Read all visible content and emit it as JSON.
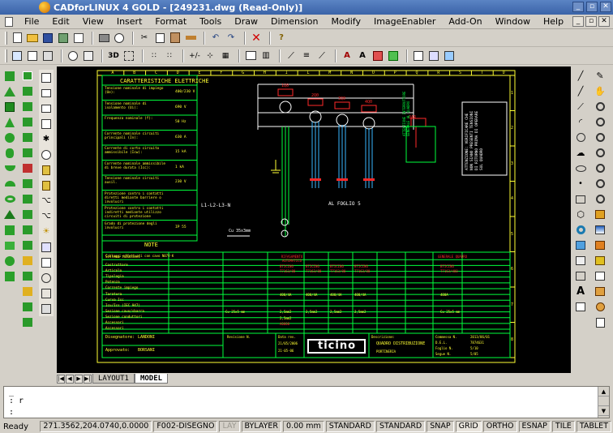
{
  "window": {
    "title": "CADforLINUX 4 GOLD - [249231.dwg (Read-Only)]"
  },
  "menu": [
    "File",
    "Edit",
    "View",
    "Insert",
    "Format",
    "Tools",
    "Draw",
    "Dimension",
    "Modify",
    "ImageEnabler",
    "Add-On",
    "Window",
    "Help"
  ],
  "drawing": {
    "panel_title": "CARATTERISTICHE ELETTRICHE",
    "spec_rows": [
      {
        "label": "Tensione nominale di impiego (Ue):",
        "value": "400/230 V"
      },
      {
        "label": "Tensione nominale di isolamento (Ui):",
        "value": "690 V"
      },
      {
        "label": "Frequenza nominale (f):",
        "value": "50 Hz"
      },
      {
        "label": "Corrente nominale circuiti principali (In):",
        "value": "630 A"
      },
      {
        "label": "Corrente di corto circuito ammissibile (Icw):",
        "value": "15 kA"
      },
      {
        "label": "Corrente nominale ammissibile di breve durata (Icc):",
        "value": "1 kA"
      },
      {
        "label": "Tensione nominale circuiti ausil.",
        "value": "230 V"
      },
      {
        "label": "Protezione contro i contatti diretti mediante barriere o involucri",
        "value": ""
      },
      {
        "label": "Protezione contro i contatti indiretti mediante utilizzo circuiti di protezione",
        "value": ""
      },
      {
        "label": "Grado di protezione degli involucri",
        "value": "IP 55"
      }
    ],
    "note_heading": "NOTE",
    "note_text": "Cablaggi effettuati con cavo N07V-K",
    "breakers": [
      "1Q0",
      "2Q0",
      "3Q0",
      "4Q0"
    ],
    "aux_breaker": "QAR",
    "bus_label": "L1-L2-L3-N",
    "foglio_label": "AL FOGLIO 5",
    "cable_label": "Cu 35x3mm",
    "warning_text": "ATTENZIONE: VERIFICARE CHE NON SIANO PRESENTI TENSIONI DI RITORNO PRIMA DI OPERARE SUL QUADRO",
    "attention_box": "ATTENZIONE INTERRUTTORE GENERALE AL QUADRO",
    "column_letters": [
      "A",
      "B",
      "C",
      "D",
      "E",
      "F",
      "G",
      "H",
      "I",
      "L",
      "M",
      "N",
      "O",
      "P",
      "Q",
      "R",
      "S",
      "T",
      "U"
    ],
    "row_numbers": [
      "1",
      "2",
      "3",
      "4",
      "5",
      "6",
      "7",
      "8"
    ],
    "table_rows": [
      "Sistema tubazioni",
      "Costruttore",
      "Articolo",
      "Tipologia",
      "Potenza",
      "Corrente impiego",
      "Taratura",
      "Curva Icc",
      "Icu/Ics (IEC 947)",
      "Sezione cavo/sbarra",
      "Sezione conduttori",
      "Accessori",
      "Accessori"
    ],
    "table_values": {
      "group1": "RIFASAMENTO AUTOMATICO",
      "group2": "GENERALE QUADRO",
      "costruttore": [
        "BTICINO",
        "BTICINO",
        "BTICINO",
        "BTICINO",
        "BTICINO"
      ],
      "articolo": [
        "T7163/80",
        "T7163/80",
        "T7163/80",
        "T7163/80",
        "T7163/400"
      ],
      "taratura": [
        "400/4A",
        "400/4A",
        "400/4A",
        "400/4A",
        "400A"
      ],
      "sezione": [
        "Cu 25x5 mm",
        "2,5mm2",
        "2,5mm2",
        "2,5mm2",
        "2,5mm2",
        "Cu 25x5 mm"
      ],
      "sezione2": [
        "2,5mm2"
      ],
      "accessori": [
        "A0000"
      ]
    },
    "titleblock": {
      "designer_label": "Disegnatore:",
      "designer": "LANDONI",
      "approver_label": "Approvato:",
      "approver": "BORSANI",
      "revision_label": "Revisione N.",
      "date_label": "Data rev.",
      "date": "21/05/2006",
      "date2": "21-05-06",
      "brand": "ticino",
      "description_label": "Descrizione:",
      "description": "QUADRO DISTRIBUZIONE",
      "client": "PORTINERIA",
      "commessa_label": "Commessa N.",
      "commessa": "2013/06/01",
      "sheet_label": "Foglio N.",
      "sheet": "5/10",
      "file_label": "D.E.L.",
      "file": "7874631",
      "of_label": "Segue N.",
      "of": "5/05"
    }
  },
  "layout_tabs": [
    "LAYOUT1",
    "MODEL"
  ],
  "command": {
    "history": "_",
    "prompt": ": r",
    "input": ":"
  },
  "status": {
    "ready": "Ready",
    "coords": "271.3562,204.0740,0.0000",
    "layer": "F002-DISEGNO",
    "lay": "LAY",
    "linetype": "BYLAYER",
    "lineweight": "0.00 mm",
    "textstyle": "STANDARD",
    "dimstyle": "STANDARD",
    "toggles": [
      "SNAP",
      "GRID",
      "ORTHO",
      "ESNAP",
      "TILE",
      "TABLET"
    ]
  },
  "colors": {
    "cad_bg": "#000000",
    "green": "#00ff3c",
    "yellow": "#ffff33",
    "cyan": "#39b6ff",
    "red": "#ff2a2a",
    "white": "#ffffff",
    "titlebar": "#3a63a8"
  }
}
